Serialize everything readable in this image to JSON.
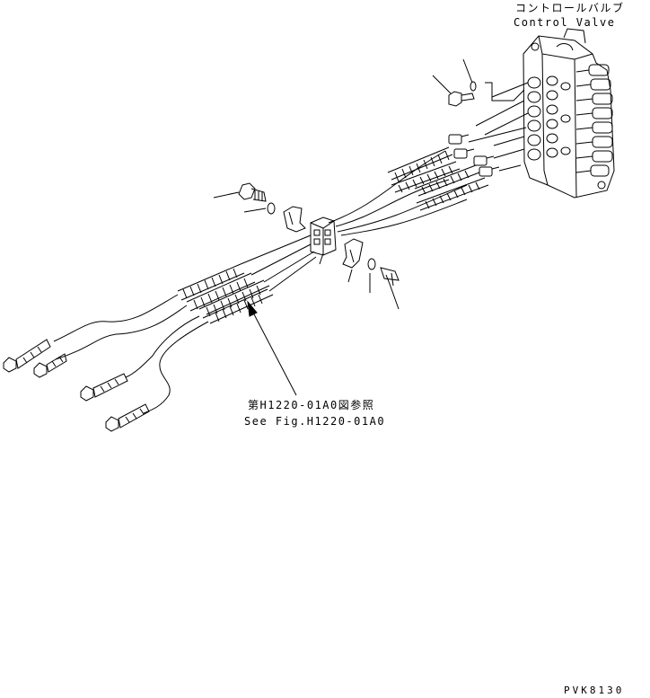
{
  "labels": {
    "control_valve_jp": "コントロールバルブ",
    "control_valve_en": "Control Valve",
    "reference_jp": "第H1220-01A0図参照",
    "reference_en": "See Fig.H1220-01A0",
    "drawing_code": "PVK8130"
  }
}
